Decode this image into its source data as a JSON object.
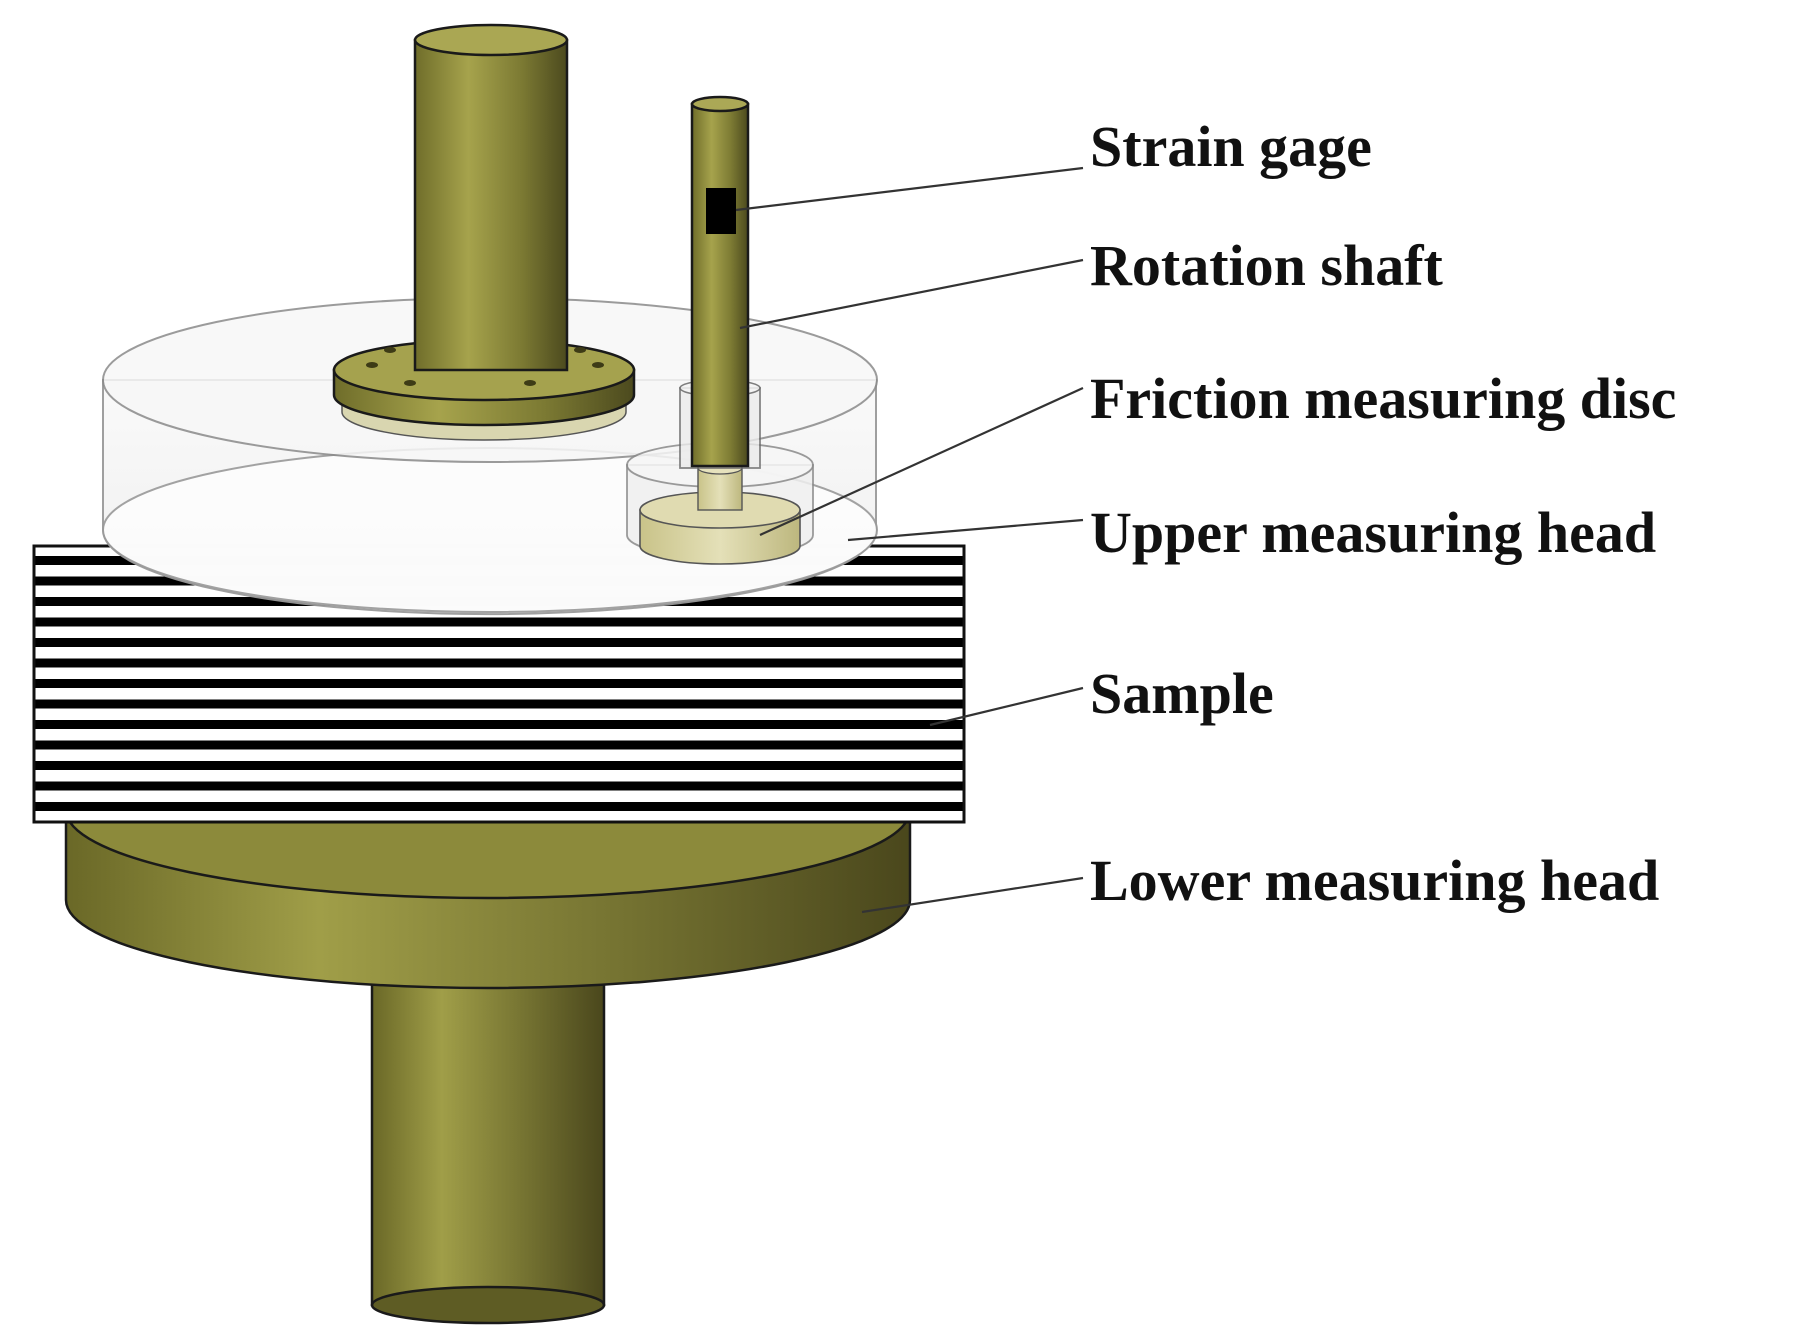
{
  "labels": {
    "strain_gage": "Strain gage",
    "rotation_shaft": "Rotation shaft",
    "friction_measuring_disc": "Friction measuring disc",
    "upper_measuring_head": "Upper measuring head",
    "sample": "Sample",
    "lower_measuring_head": "Lower measuring head"
  },
  "colors": {
    "olive_light": "#a3a14a",
    "olive_mid": "#7a7a32",
    "olive_dark": "#4d4a1f",
    "disc_beige": "#d8d3a6",
    "transparent_housing": "#f2f2f2",
    "stripe_black": "#000000",
    "stripe_white": "#ffffff",
    "strain_gage_block": "#000000"
  }
}
